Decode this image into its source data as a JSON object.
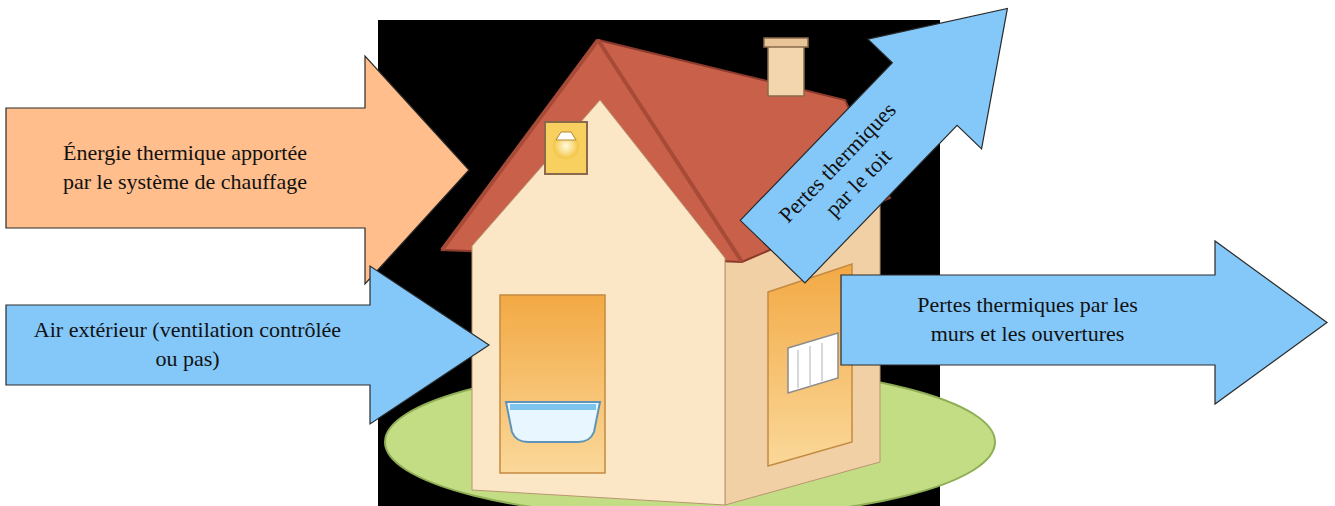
{
  "diagram": {
    "nodes": [
      {
        "text": [
          "Énergie thermique apportée par le système de chauffage"
        ]
      },
      {
        "text": [
          "Pertes thermiques par le toit"
        ]
      },
      {
        "text": [
          "Air extérieur (ventilation contrôlée ou pas)"
        ]
      },
      {
        "text": [
          "Pertes thermiques par les murs et les ouvertures"
        ]
      }
    ]
  }
}
